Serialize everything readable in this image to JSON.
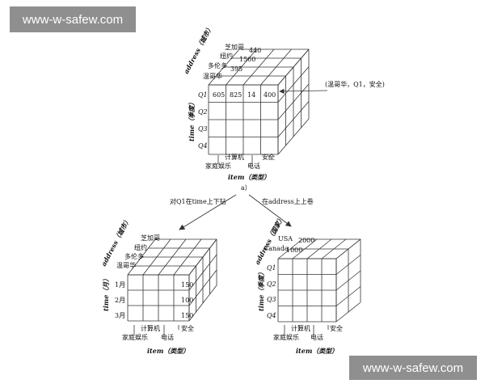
{
  "watermark": {
    "top": "www-w-safew.com",
    "bottom": "www-w-safew.com"
  },
  "colors": {
    "line": "#333333",
    "watermark_bg": "#8f8f8f",
    "watermark_text": "#ffffff"
  },
  "cube_top": {
    "address_axis": "address（城市）",
    "cities": [
      "芝加哥",
      "纽约",
      "多伦多",
      "温哥华"
    ],
    "time_axis": "time（季度）",
    "quarters": [
      "Q1",
      "Q2",
      "Q3",
      "Q4"
    ],
    "item_axis": "item（类型）",
    "items": [
      "家庭娱乐",
      "计算机",
      "电话",
      "安全"
    ],
    "front_row_values": [
      "605",
      "825",
      "14",
      "400"
    ],
    "back_values": [
      "440",
      "1560",
      "395"
    ],
    "callout": "(温哥华，Q1，安全)",
    "caption": "a）"
  },
  "arrows": {
    "left": "对Q1在time上下钻",
    "right": "在address上上卷"
  },
  "cube_left": {
    "address_axis": "address（城市）",
    "cities": [
      "芝加哥",
      "纽约",
      "多伦多",
      "温哥华"
    ],
    "time_axis": "time（月）",
    "months": [
      "1月",
      "2月",
      "3月"
    ],
    "item_axis": "item（类型）",
    "items": [
      "家庭娱乐",
      "计算机",
      "电话",
      "安全"
    ],
    "values": [
      "150",
      "100",
      "150"
    ]
  },
  "cube_right": {
    "address_axis": "address（国家）",
    "countries": [
      "USA",
      "Canada"
    ],
    "country_values": [
      "2000",
      "1000"
    ],
    "time_axis": "time（季度）",
    "quarters": [
      "Q1",
      "Q2",
      "Q3",
      "Q4"
    ],
    "item_axis": "item（类型）",
    "items": [
      "家庭娱乐",
      "计算机",
      "电话",
      "安全"
    ]
  }
}
